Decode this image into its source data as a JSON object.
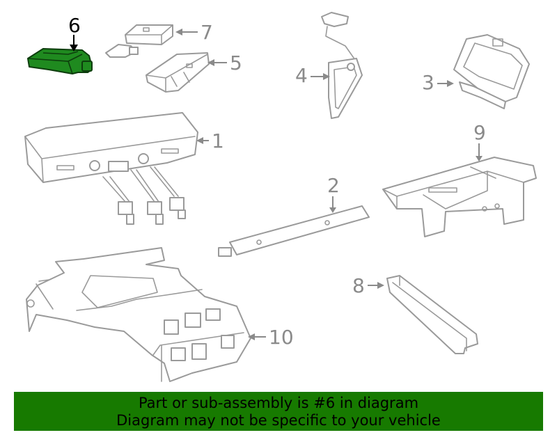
{
  "callouts": [
    {
      "number": "1"
    },
    {
      "number": "2"
    },
    {
      "number": "3"
    },
    {
      "number": "4"
    },
    {
      "number": "5"
    },
    {
      "number": "6",
      "highlighted": true
    },
    {
      "number": "7"
    },
    {
      "number": "8"
    },
    {
      "number": "9"
    },
    {
      "number": "10"
    }
  ],
  "highlight_color": "#1f8a1f",
  "banner": {
    "line1": "Part or sub-assembly is #6 in diagram",
    "line2": "Diagram may not be specific to your vehicle",
    "background": "#177a00"
  }
}
